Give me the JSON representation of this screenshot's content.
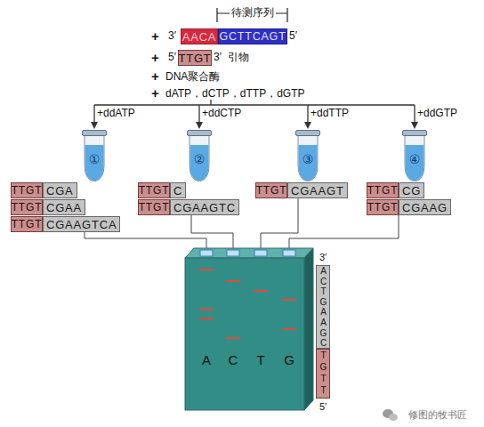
{
  "diagram": {
    "nodes": [
      {
        "text": [
          "AACA"
        ]
      },
      {
        "text": [
          "GCTTCAGT"
        ]
      },
      {
        "text": [
          "TTGT"
        ]
      },
      {
        "text": [
          "①"
        ]
      },
      {
        "text": [
          "②"
        ]
      },
      {
        "text": [
          "③"
        ]
      },
      {
        "text": [
          "④"
        ]
      },
      {
        "text": [
          "TTGT"
        ]
      },
      {
        "text": [
          "CGA"
        ]
      },
      {
        "text": [
          "TTGT"
        ]
      },
      {
        "text": [
          "CGAA"
        ]
      },
      {
        "text": [
          "TTGT"
        ]
      },
      {
        "text": [
          "CGAAGTCA"
        ]
      },
      {
        "text": [
          "TTGT"
        ]
      },
      {
        "text": [
          "C"
        ]
      },
      {
        "text": [
          "TTGT"
        ]
      },
      {
        "text": [
          "CGAAGTC"
        ]
      },
      {
        "text": [
          "TTGT"
        ]
      },
      {
        "text": [
          "CGAAGT"
        ]
      },
      {
        "text": [
          "TTGT"
        ]
      },
      {
        "text": [
          "CG"
        ]
      },
      {
        "text": [
          "TTGT"
        ]
      },
      {
        "text": [
          "CGAAG"
        ]
      },
      {
        "text": [
          "ACTGAAGC"
        ]
      },
      {
        "text": [
          "TGTT"
        ]
      }
    ],
    "labels": [
      "待测序列",
      "+",
      "3′",
      "5′",
      "+",
      "5′",
      "3′",
      "引物",
      "+",
      "DNA聚合酶",
      "+",
      "dATP，dCTP，dTTP，dGTP",
      "+ddATP",
      "+ddCTP",
      "+ddTTP",
      "+ddGTP",
      "A",
      "C",
      "T",
      "G",
      "3′",
      "5′",
      "修图的牧书匠"
    ]
  }
}
